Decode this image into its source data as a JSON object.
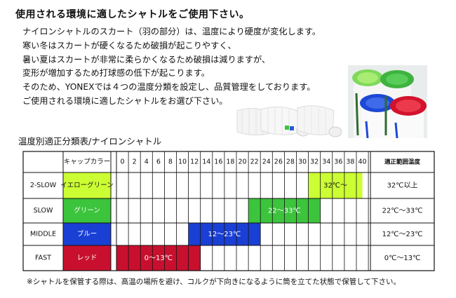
{
  "header": {
    "title": "使用される環境に適したシャトルをご使用下さい。"
  },
  "paragraph": {
    "lines": [
      "ナイロンシャトルのスカート（羽の部分）は、温度により硬度が変化します。",
      "寒い冬はスカートが硬くなるため破損が起こりやすく、",
      "暑い夏はスカートが非常に柔らかくなるため破損は減りますが、",
      "変形が増加するため打球感の低下が起こります。",
      "そのため、YONEXでは４つの温度分類を設定し、品質管理をしております。",
      "ご使用される環境に適したシャトルをお選び下さい。"
    ]
  },
  "table": {
    "title": "温度別適正分類表/ナイロンシャトル",
    "cap_color_header": "キャップカラー",
    "range_header": "適正範囲温度",
    "temps": [
      "0",
      "2",
      "4",
      "6",
      "8",
      "10",
      "12",
      "14",
      "16",
      "18",
      "20",
      "22",
      "24",
      "26",
      "28",
      "30",
      "32",
      "34",
      "36",
      "38",
      "40"
    ],
    "rows": [
      {
        "name": "2-SLOW",
        "cap": "イエローグリーン",
        "cap_color": "#ccff33",
        "cap_text_color": "#111111",
        "bar_label": "32℃～",
        "bar_start": 32,
        "bar_end": 40,
        "bar_color": "#ccff33",
        "bar_text_color": "#111111",
        "range": "32℃以上"
      },
      {
        "name": "SLOW",
        "cap": "グリーン",
        "cap_color": "#3cc43c",
        "cap_text_color": "#ffffff",
        "bar_label": "22～33℃",
        "bar_start": 22,
        "bar_end": 33,
        "bar_color": "#3cc43c",
        "bar_text_color": "#ffffff",
        "range": "22℃～33℃"
      },
      {
        "name": "MIDDLE",
        "cap": "ブルー",
        "cap_color": "#1a3fd4",
        "cap_text_color": "#ffffff",
        "bar_label": "12～23℃",
        "bar_start": 12,
        "bar_end": 23,
        "bar_color": "#1a3fd4",
        "bar_text_color": "#ffffff",
        "range": "12℃～23℃"
      },
      {
        "name": "FAST",
        "cap": "レッド",
        "cap_color": "#c8102e",
        "cap_text_color": "#ffffff",
        "bar_label": "0～13℃",
        "bar_start": 0,
        "bar_end": 13,
        "bar_color": "#c8102e",
        "bar_text_color": "#ffffff",
        "range": "0℃～13℃"
      }
    ]
  },
  "footnote": "※シャトルを保管する際は、高温の場所を避け、コルクが下向きになるように筒を立てた状態で保管して下さい。",
  "images": {
    "shuttlecock_photo": "shuttlecock-icon",
    "tube_photo": "shuttle-tubes-icon"
  }
}
